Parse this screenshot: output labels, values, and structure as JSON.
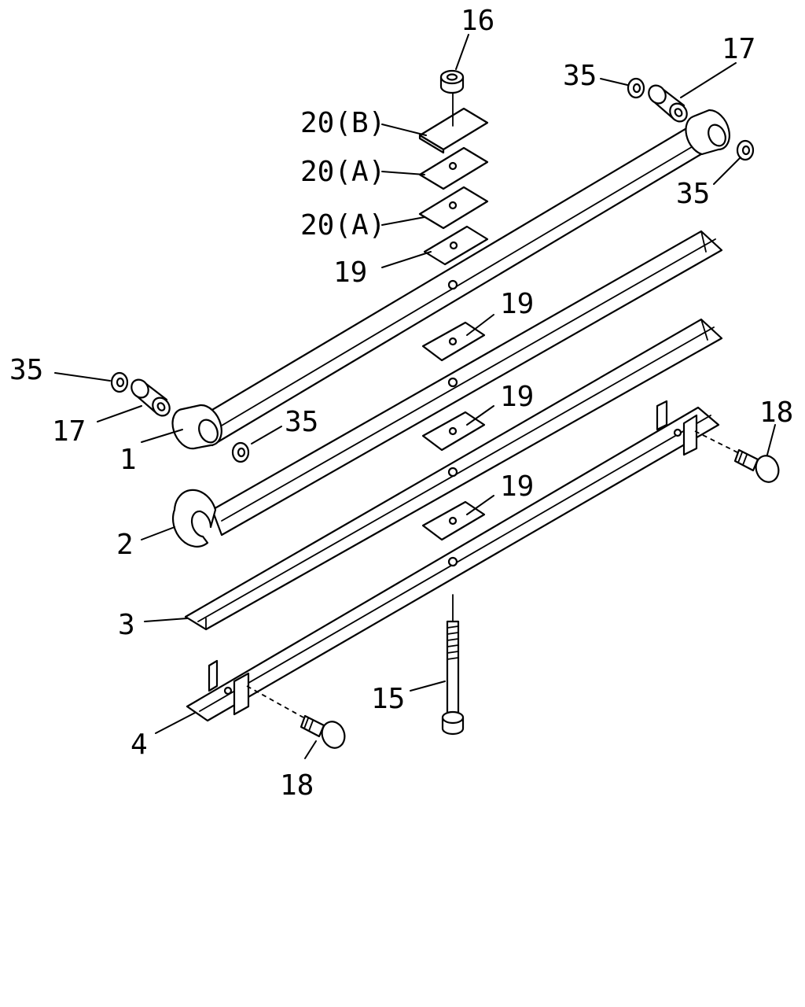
{
  "callouts": {
    "c16": "16",
    "c17_top": "17",
    "c35_top_left": "35",
    "c35_top_right": "35",
    "c20b": "20(B)",
    "c20a_1": "20(A)",
    "c20a_2": "20(A)",
    "c19_top": "19",
    "c19_2": "19",
    "c19_3": "19",
    "c19_4": "19",
    "c35_left": "35",
    "c17_left": "17",
    "c35_mid": "35",
    "c1": "1",
    "c2": "2",
    "c3": "3",
    "c4": "4",
    "c18_right": "18",
    "c18_bottom": "18",
    "c15": "15"
  },
  "colors": {
    "line": "#000000",
    "background": "#ffffff"
  }
}
